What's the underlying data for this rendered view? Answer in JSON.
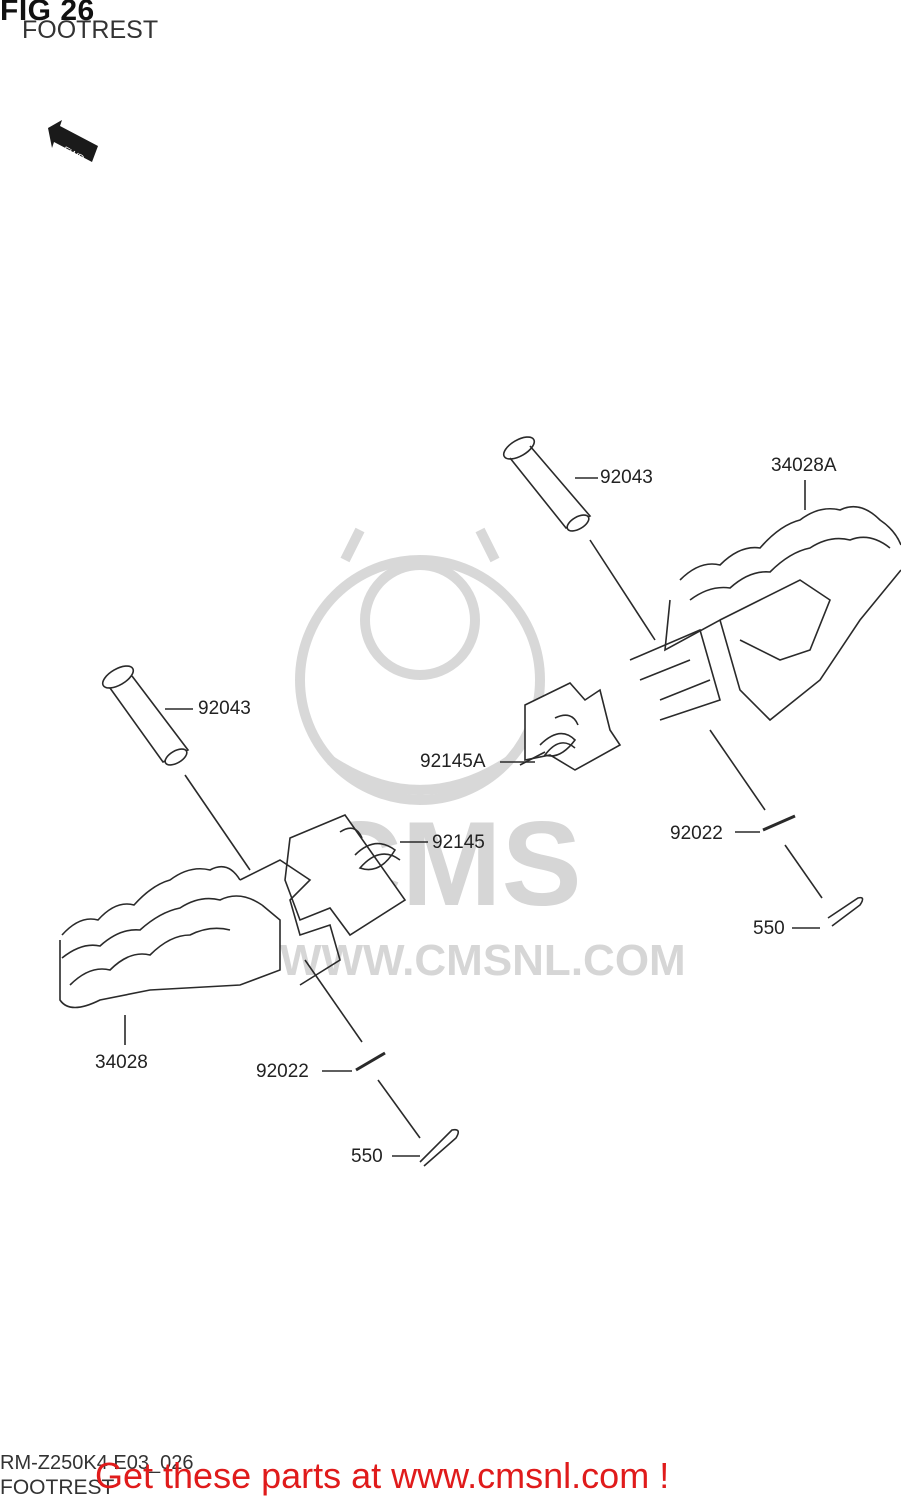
{
  "header": {
    "fig_title": "FIG 26",
    "subtitle": "FOOTREST",
    "fwd_label": "FWD"
  },
  "watermark": {
    "text": "WWW.CMSNL.COM",
    "logo_text": "CMS"
  },
  "parts": {
    "pin_upper": "92043",
    "footrest_right": "34028A",
    "pin_lower": "92043",
    "spring_right": "92145A",
    "spring_left": "92145",
    "washer_right": "92022",
    "cotter_right": "550",
    "footrest_left": "34028",
    "washer_left": "92022",
    "cotter_left": "550"
  },
  "footer": {
    "diagram_code": "RM-Z250K4 E03_026",
    "diagram_name": "FOOTREST",
    "promo_text": "Get these parts at www.cmsnl.com !"
  },
  "colors": {
    "line": "#2a2a2a",
    "watermark": "#c8c8c8",
    "promo": "#e01b1b"
  }
}
